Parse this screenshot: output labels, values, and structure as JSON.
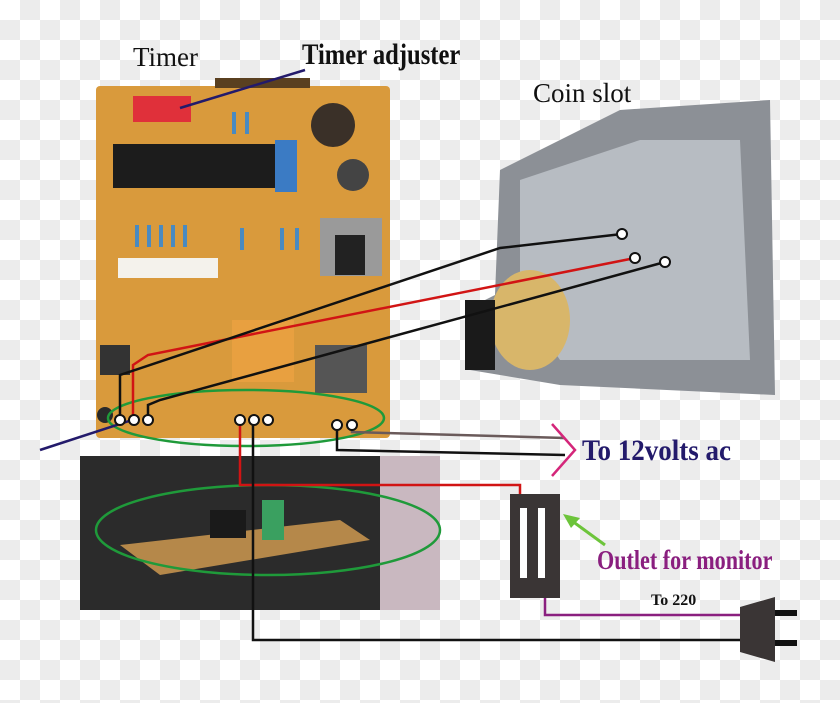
{
  "labels": {
    "timer": "Timer",
    "timer_adjuster": "Timer adjuster",
    "coin_slot": "Coin slot",
    "to_12v": "To 12volts ac",
    "outlet": "Outlet for monitor",
    "to_220": "To 220"
  },
  "colors": {
    "pcb": "#d99a3c",
    "wire_red": "#d11414",
    "wire_black": "#111111",
    "wire_purple": "#8a1f7f",
    "wire_navy": "#231a6b",
    "arrow_green": "#6cc43a",
    "highlight_green": "#1f9a3a",
    "bracket_pink": "#d4267a"
  }
}
